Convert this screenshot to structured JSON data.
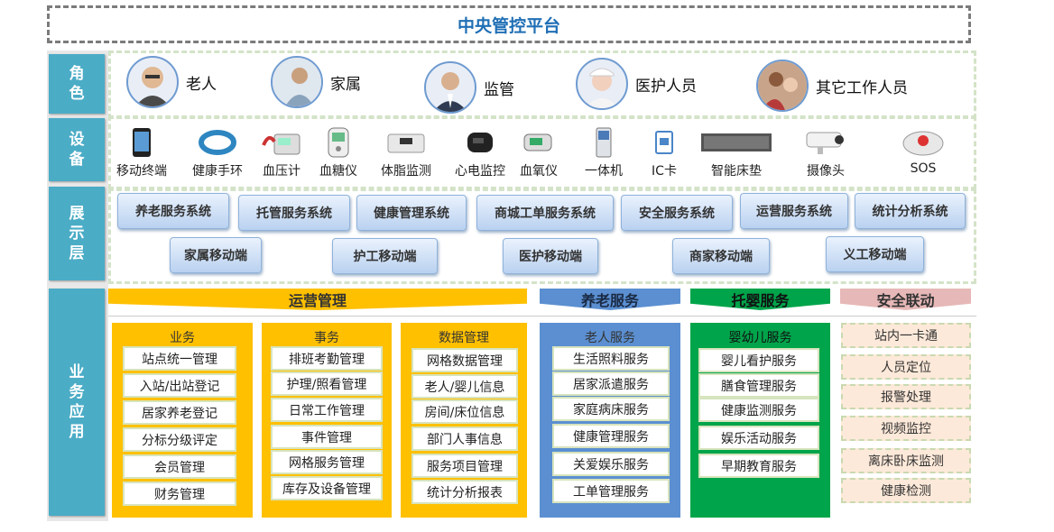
{
  "platform_title": "中央管控平台",
  "side_labels": {
    "roles": "角色",
    "devices": "设备",
    "display": "展示层",
    "apps": "业务应用"
  },
  "roles": [
    {
      "label": "老人",
      "icon": "elderly-man-photo"
    },
    {
      "label": "家属",
      "icon": "family-member-photo"
    },
    {
      "label": "监管",
      "icon": "supervisor-photo"
    },
    {
      "label": "医护人员",
      "icon": "nurse-photo"
    },
    {
      "label": "其它工作人员",
      "icon": "caregiver-photo"
    }
  ],
  "devices": [
    {
      "label": "移动终端",
      "icon": "mobile-phone-icon"
    },
    {
      "label": "健康手环",
      "icon": "wristband-icon"
    },
    {
      "label": "血压计",
      "icon": "blood-pressure-monitor-icon"
    },
    {
      "label": "血糖仪",
      "icon": "glucose-meter-icon"
    },
    {
      "label": "体脂监测",
      "icon": "body-fat-scale-icon"
    },
    {
      "label": "心电监控",
      "icon": "ecg-monitor-icon"
    },
    {
      "label": "血氧仪",
      "icon": "oximeter-icon"
    },
    {
      "label": "一体机",
      "icon": "kiosk-icon"
    },
    {
      "label": "IC卡",
      "icon": "ic-card-icon"
    },
    {
      "label": "智能床垫",
      "icon": "smart-mattress-icon"
    },
    {
      "label": "摄像头",
      "icon": "camera-icon"
    },
    {
      "label": "SOS",
      "icon": "sos-device-icon"
    }
  ],
  "display_systems_row1": [
    "养老服务系统",
    "托管服务系统",
    "健康管理系统",
    "商城工单服务系统",
    "安全服务系统",
    "运营服务系统",
    "统计分析系统"
  ],
  "display_systems_row2": [
    "家属移动端",
    "护工移动端",
    "医护移动端",
    "商家移动端",
    "义工移动端"
  ],
  "apps": {
    "ops_header": "运营管理",
    "elder_header": "养老服务",
    "child_header": "托婴服务",
    "safety_header": "安全联动",
    "business": {
      "title": "业务",
      "items": [
        "站点统一管理",
        "入站/出站登记",
        "居家养老登记",
        "分标分级评定",
        "会员管理",
        "财务管理"
      ]
    },
    "affairs": {
      "title": "事务",
      "items": [
        "排班考勤管理",
        "护理/照看管理",
        "日常工作管理",
        "事件管理",
        "网格服务管理",
        "库存及设备管理"
      ]
    },
    "data_mgmt": {
      "title": "数据管理",
      "items": [
        "网格数据管理",
        "老人/婴儿信息",
        "房间/床位信息",
        "部门人事信息",
        "服务项目管理",
        "统计分析报表"
      ]
    },
    "elder_services": {
      "title": "老人服务",
      "items": [
        "生活照料服务",
        "居家派遣服务",
        "家庭病床服务",
        "健康管理服务",
        "关爱娱乐服务",
        "工单管理服务"
      ]
    },
    "infant_services": {
      "title": "婴幼儿服务",
      "items": [
        "婴儿看护服务",
        "膳食管理服务",
        "健康监测服务",
        "娱乐活动服务",
        "早期教育服务"
      ]
    },
    "safety_items": [
      "站内一卡通",
      "人员定位",
      "报警处理",
      "视频监控",
      "离床卧床监测",
      "健康检测"
    ]
  },
  "colors": {
    "ops": "#ffc000",
    "elder": "#5b8fd1",
    "child": "#00a44a",
    "safety": "#e6b8b7",
    "side": "#4bacc6",
    "title": "#1f6fb5"
  }
}
